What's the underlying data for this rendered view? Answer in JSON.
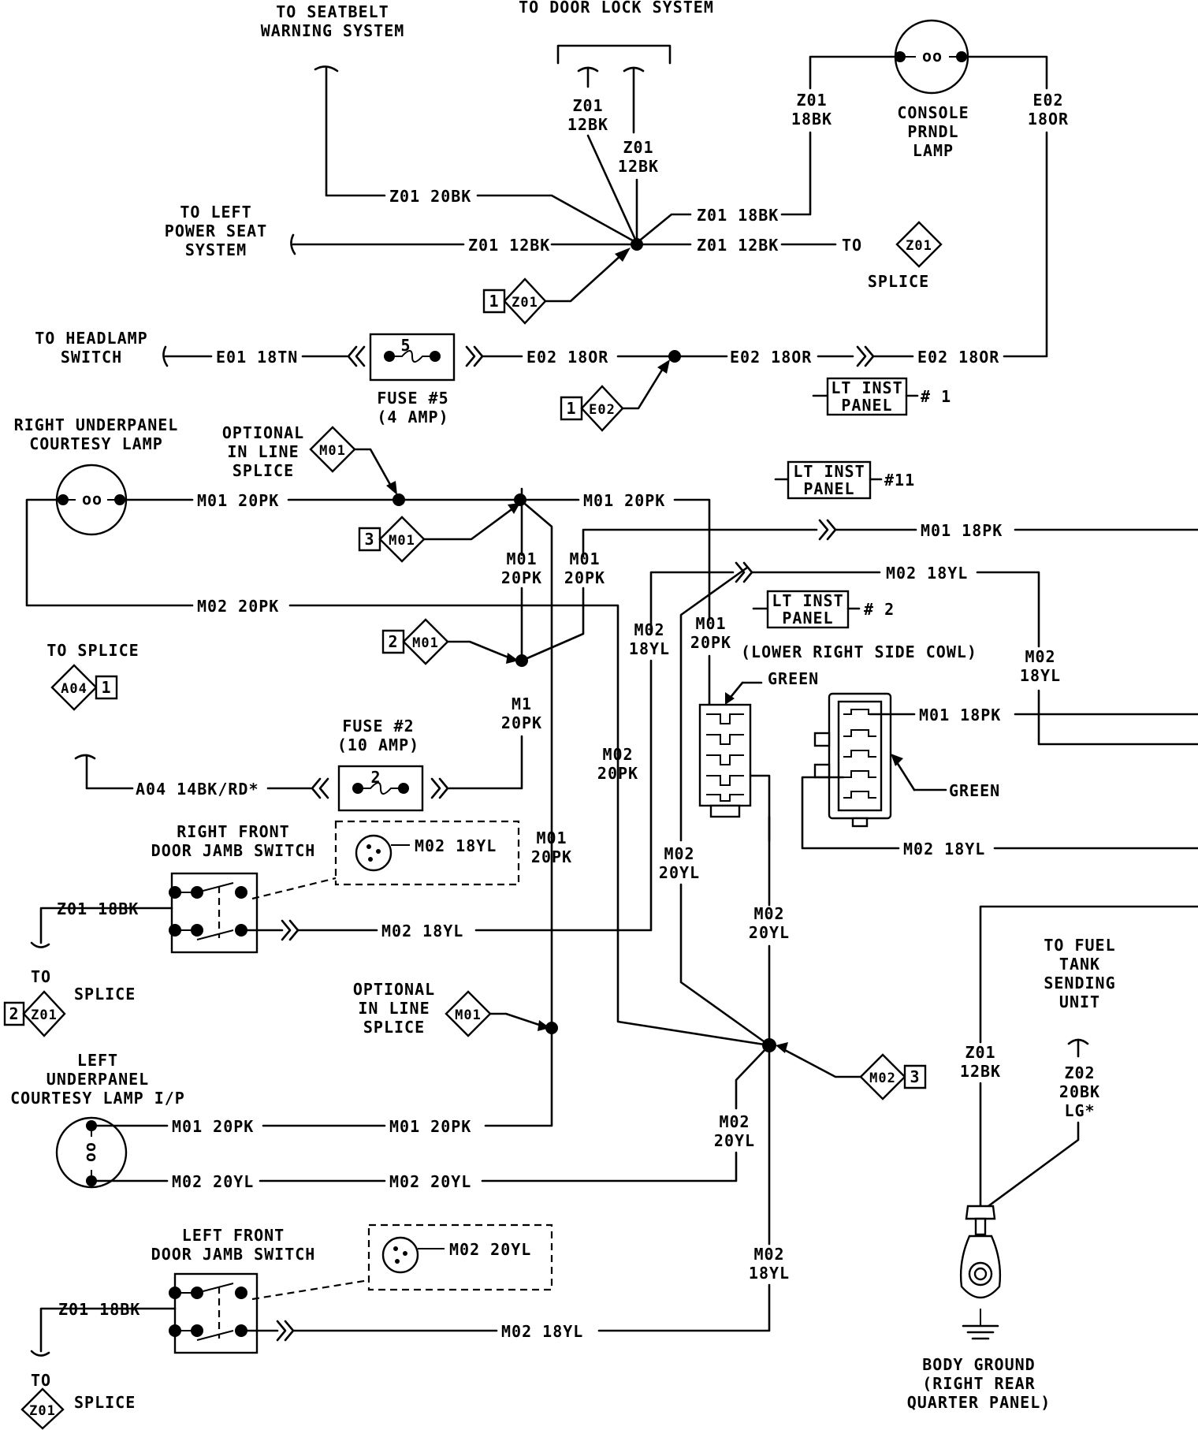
{
  "titles": {
    "seatbelt": [
      "TO SEATBELT",
      "WARNING SYSTEM"
    ],
    "door_lock": "TO DOOR LOCK SYSTEM",
    "left_power_seat": [
      "TO LEFT",
      "POWER SEAT",
      "SYSTEM"
    ],
    "headlamp_switch": [
      "TO HEADLAMP",
      "SWITCH"
    ],
    "console_prndl": [
      "CONSOLE",
      "PRNDL",
      "LAMP"
    ],
    "right_underpanel": [
      "RIGHT UNDERPANEL",
      "COURTESY LAMP"
    ],
    "optional_splice_1": [
      "OPTIONAL",
      "IN LINE",
      "SPLICE"
    ],
    "optional_splice_2": [
      "OPTIONAL",
      "IN LINE",
      "SPLICE"
    ],
    "to_splice_a04": "TO SPLICE",
    "fuse2": [
      "FUSE #2",
      "(10 AMP)"
    ],
    "fuse5": [
      "FUSE #5",
      "(4 AMP)"
    ],
    "right_front_jamb": [
      "RIGHT FRONT",
      "DOOR JAMB SWITCH"
    ],
    "left_underpanel": [
      "LEFT",
      "UNDERPANEL",
      "COURTESY LAMP I/P"
    ],
    "left_front_jamb": [
      "LEFT FRONT",
      "DOOR JAMB SWITCH"
    ],
    "lower_right_cowl": "(LOWER RIGHT SIDE COWL)",
    "green_1": "GREEN",
    "green_2": "GREEN",
    "fuel_tank": [
      "TO FUEL",
      "TANK",
      "SENDING",
      "UNIT"
    ],
    "body_ground": [
      "BODY GROUND",
      "(RIGHT REAR",
      "QUARTER PANEL)"
    ],
    "to_1": "TO",
    "splice_1": "SPLICE",
    "to_2": "TO",
    "splice_2": "SPLICE",
    "to_3": "TO",
    "splice_3": "SPLICE"
  },
  "wires": {
    "z01_20bk": "Z01 20BK",
    "z01_12bk_a": [
      "Z01",
      "12BK"
    ],
    "z01_12bk_b": [
      "Z01",
      "12BK"
    ],
    "z01_18bk_vert": [
      "Z01",
      "18BK"
    ],
    "e02_18or_vert": [
      "E02",
      "18OR"
    ],
    "z01_18bk_h": "Z01 18BK",
    "z01_12bk_left": "Z01 12BK",
    "z01_12bk_right": "Z01 12BK",
    "e01_18tn": "E01 18TN",
    "e02_18or_a": "E02 18OR",
    "e02_18or_b": "E02 18OR",
    "e02_18or_c": "E02 18OR",
    "m01_20pk_a": "M01 20PK",
    "m01_20pk_b": "M01 20PK",
    "m01_18pk_a": "M01 18PK",
    "m02_18yl_a": "M02 18YL",
    "m01_20pk_v1": [
      "M01",
      "20PK"
    ],
    "m01_20pk_v2": [
      "M01",
      "20PK"
    ],
    "m02_20pk_h": "M02 20PK",
    "m02_18yl_v1": [
      "M02",
      "18YL"
    ],
    "m01_20pk_v3": [
      "M01",
      "20PK"
    ],
    "m02_18yl_v2": [
      "M02",
      "18YL"
    ],
    "m1_20pk": [
      "M1",
      "20PK"
    ],
    "m02_20pk_v": [
      "M02",
      "20PK"
    ],
    "m01_18pk_b": "M01 18PK",
    "a04_14bk": "A04 14BK/RD*",
    "m02_18yl_sw1": "M02 18YL",
    "m01_20pk_v4": [
      "M01",
      "20PK"
    ],
    "z01_18bk_sw1": "Z01 18BK",
    "m02_18yl_b": "M02 18YL",
    "m02_18yl_c": "M02 18YL",
    "m02_20yl_v1": [
      "M02",
      "20YL"
    ],
    "m02_20yl_v2": [
      "M02",
      "20YL"
    ],
    "z01_12bk_gnd": [
      "Z01",
      "12BK"
    ],
    "z02_20bk": [
      "Z02",
      "20BK",
      "LG*"
    ],
    "m02_20yl_v3": [
      "M02",
      "20YL"
    ],
    "m01_20pk_lamp": "M01 20PK",
    "m01_20pk_lamp2": "M01 20PK",
    "m02_20yl_lamp": "M02 20YL",
    "m02_20yl_lamp2": "M02 20YL",
    "m02_20yl_sw2": "M02 20YL",
    "m02_18yl_v3": [
      "M02",
      "18YL"
    ],
    "z01_18bk_sw2": "Z01 18BK",
    "m02_18yl_d": "M02 18YL"
  },
  "splices": {
    "z01_top": {
      "num": "1",
      "code": "Z01"
    },
    "z01_right": {
      "to": "TO",
      "code": "Z01",
      "label": "SPLICE"
    },
    "e02": {
      "num": "1",
      "code": "E02"
    },
    "m01_optional": "M01",
    "m01_3": {
      "num": "3",
      "code": "M01"
    },
    "m01_2": {
      "num": "2",
      "code": "M01"
    },
    "a04": {
      "code": "A04",
      "num": "1"
    },
    "m01_optional_2": "M01",
    "m02_3": {
      "code": "M02",
      "num": "3"
    },
    "z01_bottom_2": {
      "num": "2",
      "code": "Z01"
    },
    "z01_bottom": "Z01"
  },
  "connectors": {
    "lt_inst_1": {
      "text": [
        "LT INST",
        "PANEL"
      ],
      "pin": "# 1"
    },
    "lt_inst_11": {
      "text": [
        "LT INST",
        "PANEL"
      ],
      "pin": "#11"
    },
    "lt_inst_2": {
      "text": [
        "LT INST",
        "PANEL"
      ],
      "pin": "# 2"
    }
  },
  "fuses": {
    "fuse5_num": "5",
    "fuse2_num": "2"
  },
  "lamp_symbol": "oo"
}
